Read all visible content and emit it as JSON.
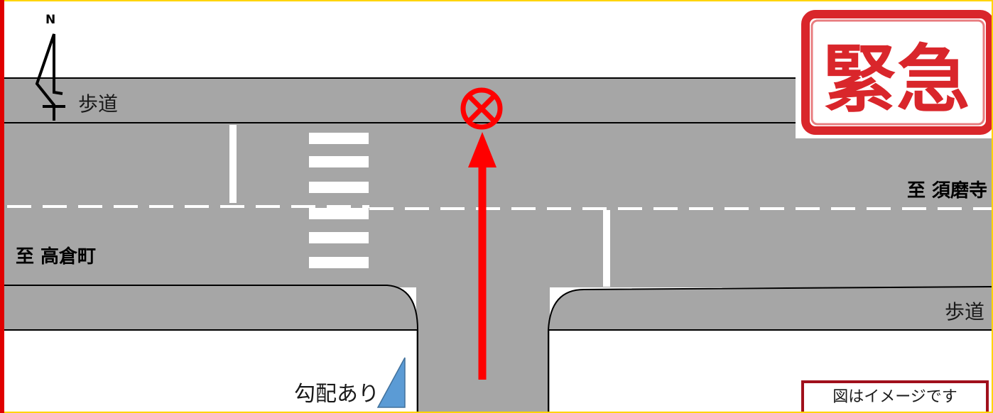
{
  "compass": {
    "label": "N"
  },
  "labels": {
    "sidewalk_north": "歩道",
    "sidewalk_south": "歩道",
    "to_west": "至 高倉町",
    "to_east": "至 須磨寺",
    "slope": "勾配あり"
  },
  "stamp": {
    "text": "緊急",
    "color": "#d9262b"
  },
  "note": {
    "text": "図はイメージです",
    "border_color": "#a0101c"
  },
  "colors": {
    "road": "#a6a6a6",
    "marking": "#ffffff",
    "arrow": "#ff0000",
    "slope_triangle": "#5b9bd5",
    "frame_top": "#ffd400",
    "frame_left": "#e00000"
  },
  "icons": {
    "stop_marker": "no-entry-cross-circle-icon",
    "north_arrow": "north-arrow-icon",
    "direction_arrow": "up-arrow-icon",
    "slope": "slope-triangle-icon"
  }
}
